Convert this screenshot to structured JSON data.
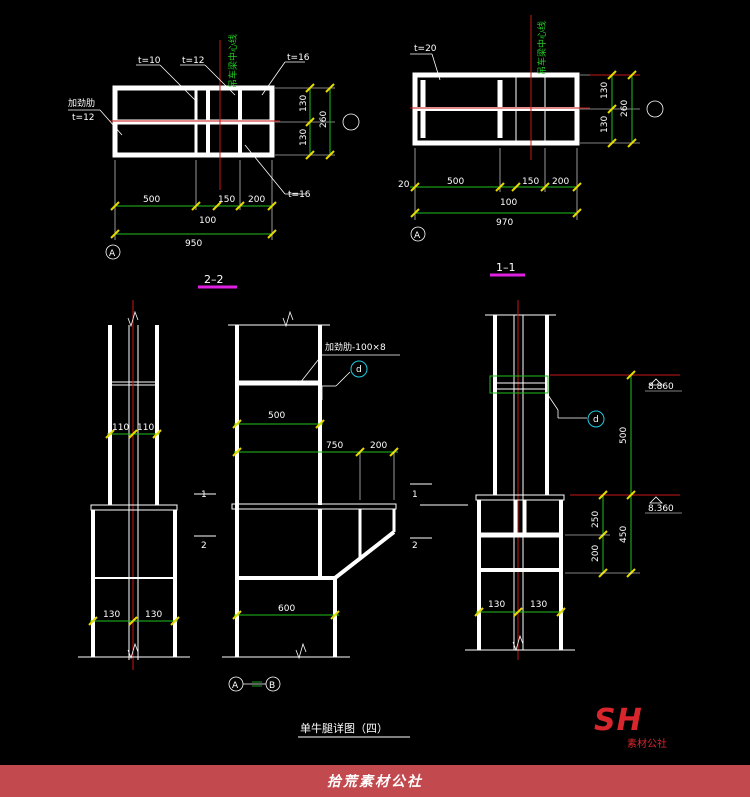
{
  "plan_left": {
    "plate_labels": [
      "t=10",
      "t=12",
      "t=16",
      "t=16"
    ],
    "stiffener_label": "加劲肋",
    "stiffener_thickness": "t=12",
    "beam_centerline": "吊车梁中心线",
    "height_dims": [
      "130",
      "130",
      "260"
    ],
    "width_dims": [
      "500",
      "150",
      "200",
      "100"
    ],
    "total_width": "950",
    "axis": "A"
  },
  "plan_right": {
    "plate_label": "t=20",
    "beam_centerline": "吊车梁中心线",
    "height_dims": [
      "130",
      "130",
      "260"
    ],
    "width_dims": [
      "20",
      "500",
      "150",
      "200",
      "100"
    ],
    "total_width": "970",
    "axis": "A"
  },
  "section_labels": {
    "left": "2–2",
    "right": "1–1"
  },
  "elev_left": {
    "dim_top": [
      "110",
      "110"
    ],
    "dim_bottom": [
      "130",
      "130"
    ]
  },
  "elev_mid": {
    "stiffener_callout": "加劲肋-100×8",
    "detail_mark": "d",
    "dims": [
      "500",
      "750",
      "200",
      "600"
    ],
    "axis_a": "A",
    "axis_b": "B"
  },
  "section_cuts": [
    "1",
    "2",
    "1",
    "2"
  ],
  "elev_right": {
    "detail_mark": "d",
    "level_top": "8.860",
    "level_bottom": "8.360",
    "vertical_dims": [
      "500",
      "250",
      "450",
      "200"
    ],
    "dim_bottom": [
      "130",
      "130"
    ]
  },
  "drawing_title": "单牛腿详图（四）",
  "watermark": {
    "logo": "SH",
    "sub": "素材公社"
  },
  "banner": "拾荒素材公社"
}
